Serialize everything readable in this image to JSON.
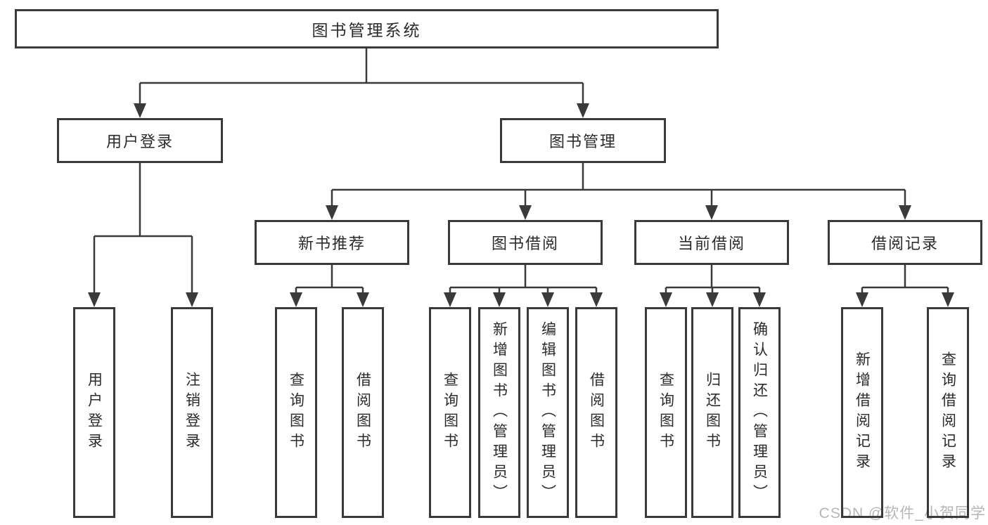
{
  "page": {
    "background": "#ffffff",
    "line_color": "#3a3a3a",
    "box_border_color": "#3a3a3a",
    "text_color": "#2b2b2b",
    "watermark_color": "#b6b6b6"
  },
  "diagram": {
    "root": "图书管理系统",
    "level2": {
      "user_login": "用户登录",
      "book_mgmt": "图书管理"
    },
    "level3": {
      "recommend": "新书推荐",
      "borrow": "图书借阅",
      "current": "当前借阅",
      "records": "借阅记录"
    },
    "level4": {
      "user": [
        "用户登录",
        "注销登录"
      ],
      "recommend": [
        "查询图书",
        "借阅图书"
      ],
      "borrow": [
        "查询图书",
        "新增图书（管理员）",
        "编辑图书（管理员）",
        "借阅图书"
      ],
      "current": [
        "查询图书",
        "归还图书",
        "确认归还（管理员）"
      ],
      "records": [
        "新增借阅记录",
        "查询借阅记录"
      ]
    }
  },
  "watermark": "CSDN @软件_小贺同学"
}
